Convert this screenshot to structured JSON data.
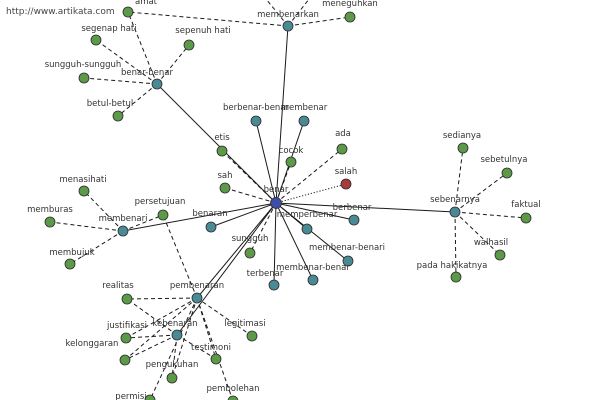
{
  "watermark": "http://www.artikata.com",
  "colors": {
    "center": "#3d4fa6",
    "hub": "#4a8a94",
    "leaf": "#5c9a4a",
    "antonym": "#a83a3a"
  },
  "nodes": [
    {
      "id": "benar",
      "label": "benar",
      "kind": "center"
    },
    {
      "id": "benar-benar",
      "label": "benar-benar",
      "kind": "hub"
    },
    {
      "id": "membenarkan",
      "label": "membenarkan",
      "kind": "hub"
    },
    {
      "id": "membenari",
      "label": "membenari",
      "kind": "hub"
    },
    {
      "id": "sebenarnya",
      "label": "sebenarnya",
      "kind": "hub"
    },
    {
      "id": "pembenaran",
      "label": "pembenaran",
      "kind": "hub"
    },
    {
      "id": "kebenaran",
      "label": "kebenaran",
      "kind": "hub"
    },
    {
      "id": "berbenar-benar",
      "label": "berbenar-benar",
      "kind": "hub"
    },
    {
      "id": "membenar",
      "label": "membenar",
      "kind": "hub"
    },
    {
      "id": "berbenar",
      "label": "berbenar",
      "kind": "hub"
    },
    {
      "id": "memperbenar",
      "label": "memperbenar",
      "kind": "hub"
    },
    {
      "id": "membenar-benari",
      "label": "membenar-benari",
      "kind": "hub"
    },
    {
      "id": "membenar-benar",
      "label": "membenar-benar",
      "kind": "hub"
    },
    {
      "id": "terbenar",
      "label": "terbenar",
      "kind": "hub"
    },
    {
      "id": "benaran",
      "label": "benaran",
      "kind": "hub"
    },
    {
      "id": "amat",
      "label": "amat",
      "kind": "leaf"
    },
    {
      "id": "meneguhkan",
      "label": "meneguhkan",
      "kind": "leaf"
    },
    {
      "id": "segenap-hati",
      "label": "segenap hati",
      "kind": "leaf"
    },
    {
      "id": "sepenuh-hati",
      "label": "sepenuh hati",
      "kind": "leaf"
    },
    {
      "id": "sungguh-sungguh",
      "label": "sungguh-sungguh",
      "kind": "leaf"
    },
    {
      "id": "betul-betul",
      "label": "betul-betul",
      "kind": "leaf"
    },
    {
      "id": "etis",
      "label": "etis",
      "kind": "leaf"
    },
    {
      "id": "ada",
      "label": "ada",
      "kind": "leaf"
    },
    {
      "id": "cocok",
      "label": "cocok",
      "kind": "leaf"
    },
    {
      "id": "salah",
      "label": "salah",
      "kind": "antonym"
    },
    {
      "id": "sah",
      "label": "sah",
      "kind": "leaf"
    },
    {
      "id": "sungguh",
      "label": "sungguh",
      "kind": "leaf"
    },
    {
      "id": "persetujuan",
      "label": "persetujuan",
      "kind": "leaf"
    },
    {
      "id": "menasihati",
      "label": "menasihati",
      "kind": "leaf"
    },
    {
      "id": "memburas",
      "label": "memburas",
      "kind": "leaf"
    },
    {
      "id": "membujuk",
      "label": "membujuk",
      "kind": "leaf"
    },
    {
      "id": "realitas",
      "label": "realitas",
      "kind": "leaf"
    },
    {
      "id": "justifikasi",
      "label": "justifikasi",
      "kind": "leaf"
    },
    {
      "id": "legitimasi",
      "label": "legitimasi",
      "kind": "leaf"
    },
    {
      "id": "kelonggaran",
      "label": "kelonggaran",
      "kind": "leaf"
    },
    {
      "id": "testimoni",
      "label": "testimoni",
      "kind": "leaf"
    },
    {
      "id": "pengukuhan",
      "label": "pengukuhan",
      "kind": "leaf"
    },
    {
      "id": "permisi",
      "label": "permisi",
      "kind": "leaf"
    },
    {
      "id": "pembolehan",
      "label": "pembolehan",
      "kind": "leaf"
    },
    {
      "id": "sedianya",
      "label": "sedianya",
      "kind": "leaf"
    },
    {
      "id": "sebetulnya",
      "label": "sebetulnya",
      "kind": "leaf"
    },
    {
      "id": "faktual",
      "label": "faktual",
      "kind": "leaf"
    },
    {
      "id": "walhasil",
      "label": "walhasil",
      "kind": "leaf"
    },
    {
      "id": "pada-hakikatnya",
      "label": "pada hakikatnya",
      "kind": "leaf"
    }
  ],
  "edges": [
    {
      "from": "benar",
      "to": "membenarkan",
      "style": "solid"
    },
    {
      "from": "benar",
      "to": "benar-benar",
      "style": "solid"
    },
    {
      "from": "benar",
      "to": "membenari",
      "style": "solid"
    },
    {
      "from": "benar",
      "to": "sebenarnya",
      "style": "solid"
    },
    {
      "from": "benar",
      "to": "pembenaran",
      "style": "solid"
    },
    {
      "from": "benar",
      "to": "kebenaran",
      "style": "solid"
    },
    {
      "from": "benar",
      "to": "berbenar-benar",
      "style": "solid"
    },
    {
      "from": "benar",
      "to": "membenar",
      "style": "solid"
    },
    {
      "from": "benar",
      "to": "berbenar",
      "style": "solid"
    },
    {
      "from": "benar",
      "to": "memperbenar",
      "style": "solid"
    },
    {
      "from": "benar",
      "to": "membenar-benari",
      "style": "solid"
    },
    {
      "from": "benar",
      "to": "membenar-benar",
      "style": "solid"
    },
    {
      "from": "benar",
      "to": "terbenar",
      "style": "solid"
    },
    {
      "from": "benar",
      "to": "benaran",
      "style": "solid"
    },
    {
      "from": "benar",
      "to": "etis",
      "style": "dashed"
    },
    {
      "from": "benar",
      "to": "ada",
      "style": "dashed"
    },
    {
      "from": "benar",
      "to": "cocok",
      "style": "dashed"
    },
    {
      "from": "benar",
      "to": "salah",
      "style": "dotted"
    },
    {
      "from": "benar",
      "to": "sah",
      "style": "dashed"
    },
    {
      "from": "benar",
      "to": "sungguh",
      "style": "dashed"
    },
    {
      "from": "membenarkan",
      "to": "amat",
      "style": "dashed"
    },
    {
      "from": "membenarkan",
      "to": "meneguhkan",
      "style": "dashed"
    },
    {
      "from": "membenarkan",
      "to": "node-top-a",
      "style": "dashed"
    },
    {
      "from": "membenarkan",
      "to": "node-top-b",
      "style": "dashed"
    },
    {
      "from": "benar-benar",
      "to": "segenap-hati",
      "style": "dashed"
    },
    {
      "from": "benar-benar",
      "to": "sepenuh-hati",
      "style": "dashed"
    },
    {
      "from": "benar-benar",
      "to": "sungguh-sungguh",
      "style": "dashed"
    },
    {
      "from": "benar-benar",
      "to": "betul-betul",
      "style": "dashed"
    },
    {
      "from": "benar-benar",
      "to": "amat",
      "style": "dashed"
    },
    {
      "from": "membenari",
      "to": "menasihati",
      "style": "dashed"
    },
    {
      "from": "membenari",
      "to": "memburas",
      "style": "dashed"
    },
    {
      "from": "membenari",
      "to": "membujuk",
      "style": "dashed"
    },
    {
      "from": "membenari",
      "to": "persetujuan",
      "style": "dashed"
    },
    {
      "from": "pembenaran",
      "to": "persetujuan",
      "style": "dashed"
    },
    {
      "from": "pembenaran",
      "to": "realitas",
      "style": "dashed"
    },
    {
      "from": "pembenaran",
      "to": "justifikasi",
      "style": "dashed"
    },
    {
      "from": "pembenaran",
      "to": "legitimasi",
      "style": "dashed"
    },
    {
      "from": "pembenaran",
      "to": "kelonggaran",
      "style": "dashed"
    },
    {
      "from": "pembenaran",
      "to": "testimoni",
      "style": "dashed"
    },
    {
      "from": "pembenaran",
      "to": "pengukuhan",
      "style": "dashed"
    },
    {
      "from": "pembenaran",
      "to": "permisi",
      "style": "dashed"
    },
    {
      "from": "pembenaran",
      "to": "pembolehan",
      "style": "dashed"
    },
    {
      "from": "kebenaran",
      "to": "realitas",
      "style": "dashed"
    },
    {
      "from": "kebenaran",
      "to": "justifikasi",
      "style": "dashed"
    },
    {
      "from": "kebenaran",
      "to": "kelonggaran",
      "style": "dashed"
    },
    {
      "from": "kebenaran",
      "to": "pengukuhan",
      "style": "dashed"
    },
    {
      "from": "kebenaran",
      "to": "testimoni",
      "style": "dashed"
    },
    {
      "from": "sebenarnya",
      "to": "sedianya",
      "style": "dashed"
    },
    {
      "from": "sebenarnya",
      "to": "sebetulnya",
      "style": "dashed"
    },
    {
      "from": "sebenarnya",
      "to": "faktual",
      "style": "dashed"
    },
    {
      "from": "sebenarnya",
      "to": "walhasil",
      "style": "dashed"
    },
    {
      "from": "sebenarnya",
      "to": "pada-hakikatnya",
      "style": "dashed"
    }
  ]
}
